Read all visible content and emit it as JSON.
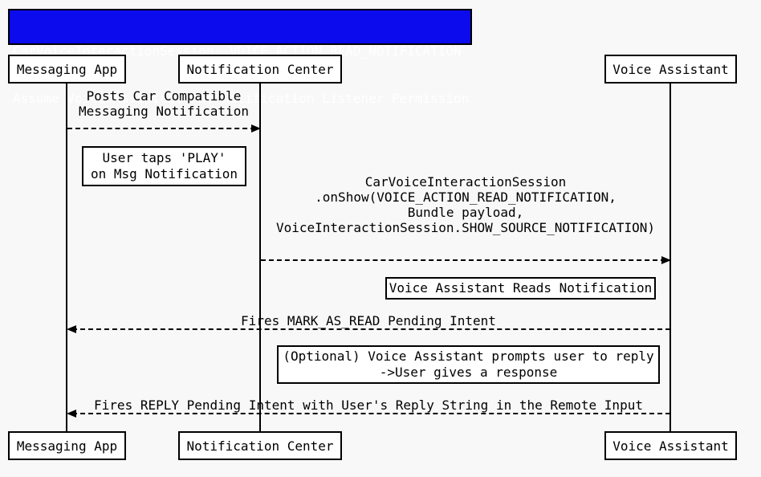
{
  "diagram": {
    "type": "sequence-diagram",
    "background_color": "#f8f8f8",
    "line_color": "#000000"
  },
  "title": {
    "line1": "CarVoiceInteractionSession: VOICE_ACTION_READ_NOTIFICATION",
    "line2": "Assume Voice Assistant has Notification Listener Permission",
    "bg_color": "#0b0bee",
    "text_color": "#ffffff"
  },
  "actors": [
    {
      "label": "Messaging App"
    },
    {
      "label": "Notification Center"
    },
    {
      "label": "Voice Assistant"
    }
  ],
  "messages": [
    {
      "from": "Messaging App",
      "to": "Notification Center",
      "direction": "right",
      "style": "dashed",
      "label": "Posts Car Compatible\nMessaging Notification"
    },
    {
      "from": "Notification Center",
      "to": "Voice Assistant",
      "direction": "right",
      "style": "dashed",
      "label": "CarVoiceInteractionSession\n.onShow(VOICE_ACTION_READ_NOTIFICATION,\nBundle payload,\nVoiceInteractionSession.SHOW_SOURCE_NOTIFICATION)"
    },
    {
      "from": "Voice Assistant",
      "to": "Messaging App",
      "direction": "left",
      "style": "dashed",
      "label": "Fires MARK_AS_READ Pending Intent"
    },
    {
      "from": "Voice Assistant",
      "to": "Messaging App",
      "direction": "left",
      "style": "dashed",
      "label": "Fires REPLY Pending Intent with User's Reply String in the Remote Input"
    }
  ],
  "notes": [
    {
      "label": "User taps 'PLAY'\non Msg Notification"
    },
    {
      "label": "Voice Assistant Reads Notification"
    },
    {
      "label": "(Optional) Voice Assistant prompts user to reply\n->User gives a response"
    }
  ]
}
